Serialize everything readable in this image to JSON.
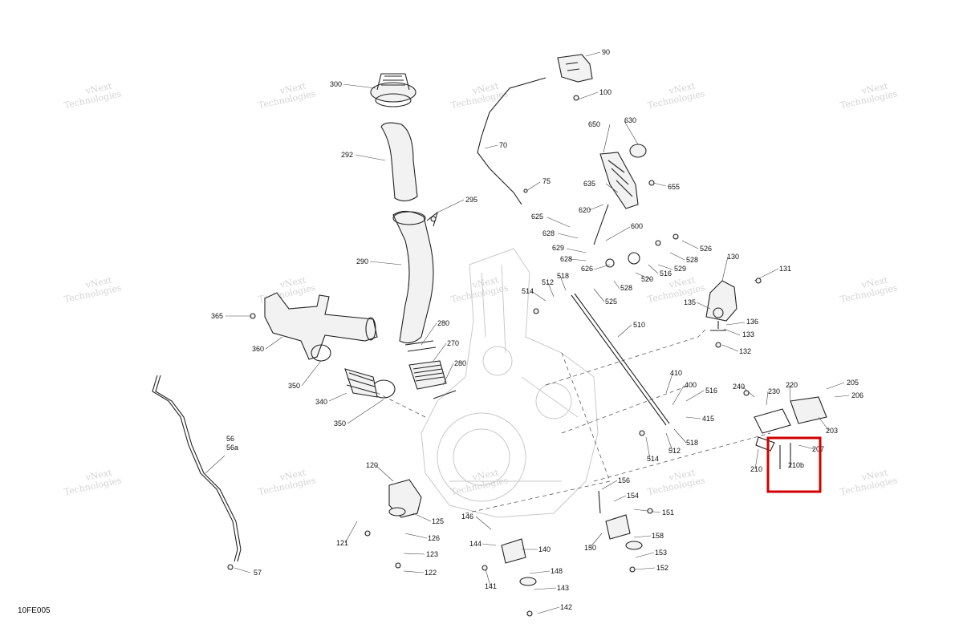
{
  "diagram": {
    "reference_code": "10FE005",
    "watermark_text_1": "vNext",
    "watermark_text_2": "Technologies",
    "highlight_color": "#d00000",
    "callouts": {
      "c300": "300",
      "c292": "292",
      "c295": "295",
      "c290": "290",
      "c365": "365",
      "c360": "360",
      "c350a": "350",
      "c340": "340",
      "c350b": "350",
      "c280a": "280",
      "c270": "270",
      "c280b": "280",
      "c56": "56",
      "c56a": "56a",
      "c57": "57",
      "c90": "90",
      "c100": "100",
      "c70": "70",
      "c75": "75",
      "c650": "650",
      "c630": "630",
      "c635": "635",
      "c655": "655",
      "c625": "625",
      "c620": "620",
      "c600": "600",
      "c628a": "628",
      "c629": "629",
      "c628b": "628",
      "c626": "626",
      "c526": "526",
      "c528a": "528",
      "c529": "529",
      "c520": "520",
      "c516a": "516",
      "c528b": "528",
      "c525": "525",
      "c514a": "514",
      "c512a": "512",
      "c518a": "518",
      "c510": "510",
      "c130": "130",
      "c131": "131",
      "c135": "135",
      "c136": "136",
      "c133": "133",
      "c132": "132",
      "c410": "410",
      "c400": "400",
      "c516b": "516",
      "c415": "415",
      "c518b": "518",
      "c512b": "512",
      "c514b": "514",
      "c240": "240",
      "c230": "230",
      "c220": "220",
      "c205": "205",
      "c206": "206",
      "c203": "203",
      "c207": "207",
      "c210": "210",
      "c210b": "210b",
      "c120": "120",
      "c125": "125",
      "c126": "126",
      "c123": "123",
      "c122": "122",
      "c121": "121",
      "c146": "146",
      "c144": "144",
      "c140": "140",
      "c148": "148",
      "c143": "143",
      "c142": "142",
      "c141": "141",
      "c156": "156",
      "c154": "154",
      "c151": "151",
      "c150": "150",
      "c158": "158",
      "c153": "153",
      "c152": "152"
    }
  }
}
